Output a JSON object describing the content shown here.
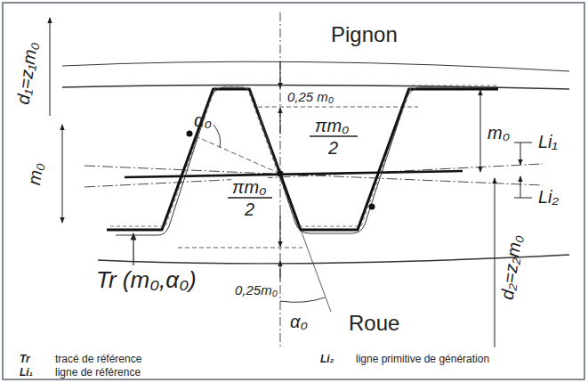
{
  "diagram": {
    "labels": [
      "d₁=z₁m₀",
      "m₀",
      "Pignon",
      "0,25 m₀",
      "πm₀",
      "2",
      "α₀",
      "πm₀",
      "2",
      "m₀",
      "Li₁",
      "Li₂",
      "d₂=z₂m₀",
      "0,25m₀",
      "α₀",
      "Roue",
      "Tr (m₀,α₀)",
      "Tr",
      "tracé de référence",
      "Li₁",
      "ligne de référence",
      "Li₂",
      "ligne primitive de génération"
    ]
  }
}
